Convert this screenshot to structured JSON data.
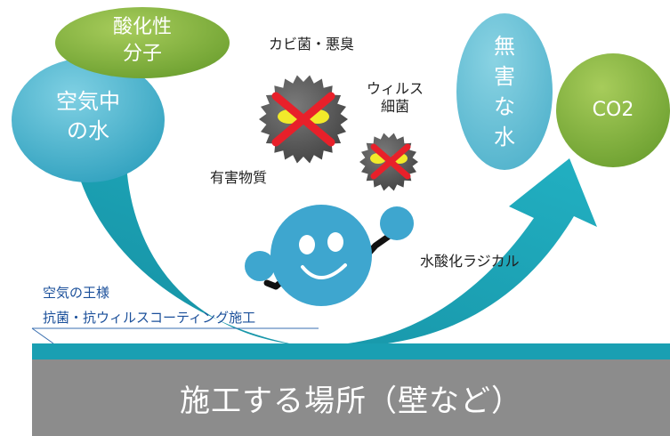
{
  "nodes": {
    "oxidizer": "酸化性\n分子",
    "air_water": "空気中\nの水",
    "harmless_water": "無\n害\nな\n水",
    "co2": "CO2"
  },
  "labels": {
    "mold_odor": "カビ菌・悪臭",
    "virus_bacteria": "ウィルス\n細菌",
    "harmful": "有害物質",
    "radical": "水酸化ラジカル"
  },
  "brand": {
    "name": "空気の王様",
    "service": "抗菌・抗ウィルスコーティング施工"
  },
  "banner": "施工する場所（壁など）",
  "colors": {
    "teal": "#1a9fb2",
    "green": "#7fae3f",
    "light_blue": "#5cb8d0",
    "gray": "#8c8c8c",
    "germ": "#555555",
    "cross": "#e8202a",
    "eyes": "#f2ea2a"
  }
}
